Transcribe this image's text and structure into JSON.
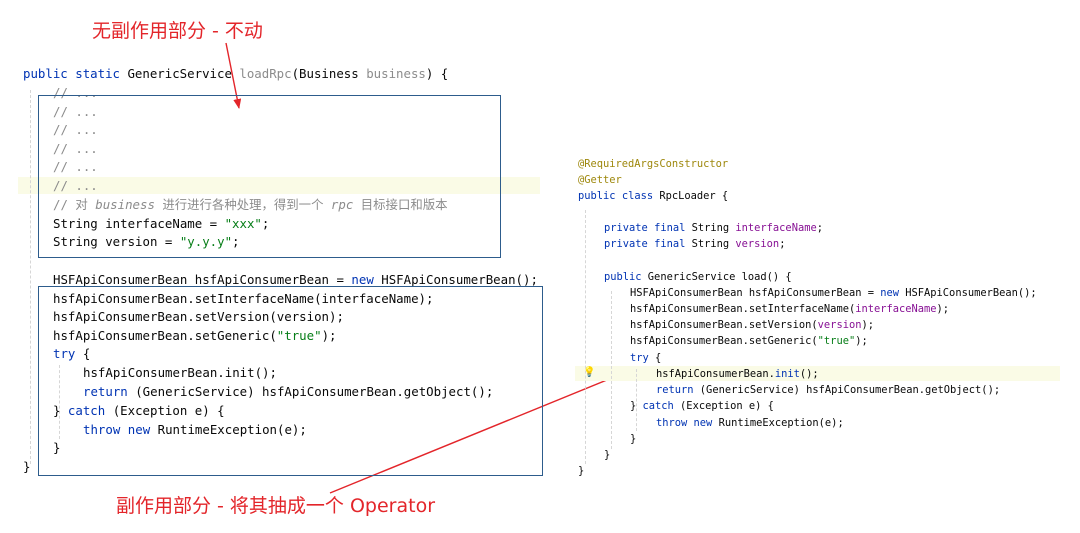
{
  "annotations": {
    "top": "无副作用部分 - 不动",
    "bottom": "副作用部分 - 将其抽成一个 Operator"
  },
  "left_code": {
    "l1": {
      "kw1": "public",
      "kw2": "static",
      "type": "GenericService",
      "name": "loadRpc",
      "open": "(Business ",
      "param": "business",
      "close": ") {"
    },
    "comments": [
      "// ...",
      "// ...",
      "// ...",
      "// ...",
      "// ...",
      "// ..."
    ],
    "l8": {
      "a": "// 对 ",
      "b": "business",
      "c": " 进行进行各种处理，得到一个 ",
      "d": "rpc",
      "e": " 目标接口和版本"
    },
    "l9": {
      "a": "String interfaceName = ",
      "s": "\"xxx\"",
      "e": ";"
    },
    "l10": {
      "a": "String version = ",
      "s": "\"y.y.y\"",
      "e": ";"
    },
    "l11": {
      "a": "HSFApiConsumerBean hsfApiConsumerBean = ",
      "kw": "new",
      "b": " HSFApiConsumerBean();"
    },
    "l12": "hsfApiConsumerBean.setInterfaceName(interfaceName);",
    "l13": "hsfApiConsumerBean.setVersion(version);",
    "l14": {
      "a": "hsfApiConsumerBean.setGeneric(",
      "s": "\"true\"",
      "e": ");"
    },
    "l15": {
      "kw": "try",
      "e": " {"
    },
    "l16": "hsfApiConsumerBean.init();",
    "l17": {
      "kw": "return",
      "e": " (GenericService) hsfApiConsumerBean.getObject();"
    },
    "l18": {
      "a": "} ",
      "kw": "catch",
      "e": " (Exception e) {"
    },
    "l19": {
      "kw1": "throw",
      "kw2": "new",
      "e": " RuntimeException(e);"
    },
    "l20": "}",
    "l21": "}"
  },
  "right_code": {
    "r1": "@RequiredArgsConstructor",
    "r2": "@Getter",
    "r3": {
      "kw1": "public",
      "kw2": "class",
      "e": " RpcLoader {"
    },
    "r4": {
      "kw1": "private",
      "kw2": "final",
      "t": " String ",
      "f": "interfaceName",
      "e": ";"
    },
    "r5": {
      "kw1": "private",
      "kw2": "final",
      "t": " String ",
      "f": "version",
      "e": ";"
    },
    "r6": {
      "kw": "public",
      "e": " GenericService load() {"
    },
    "r7": {
      "a": "HSFApiConsumerBean hsfApiConsumerBean = ",
      "kw": "new",
      "e": " HSFApiConsumerBean();"
    },
    "r8": {
      "a": "hsfApiConsumerBean.setInterfaceName(",
      "f": "interfaceName",
      "e": ");"
    },
    "r9": {
      "a": "hsfApiConsumerBean.setVersion(",
      "f": "version",
      "e": ");"
    },
    "r10": {
      "a": "hsfApiConsumerBean.setGeneric(",
      "s": "\"true\"",
      "e": ");"
    },
    "r11": {
      "kw": "try",
      "e": " {"
    },
    "r12": {
      "a": "hsfApiConsumerBean.",
      "m": "init",
      "e": "();"
    },
    "r13": {
      "kw": "return",
      "e": " (GenericService) hsfApiConsumerBean.getObject();"
    },
    "r14": {
      "a": "} ",
      "kw": "catch",
      "e": " (Exception e) {"
    },
    "r15": {
      "kw1": "throw",
      "kw2": "new",
      "e": " RuntimeException(e);"
    },
    "r16": "}",
    "r17": "}",
    "r18": "}"
  },
  "colors": {
    "annotation": "#e3252a",
    "box": "#2d5c8c",
    "keyword": "#0033b3",
    "string": "#067d17",
    "field": "#871094",
    "annotation_code": "#9e880d",
    "comment": "#8c8c8c"
  },
  "icons": {
    "bulb": "lightbulb-icon"
  }
}
